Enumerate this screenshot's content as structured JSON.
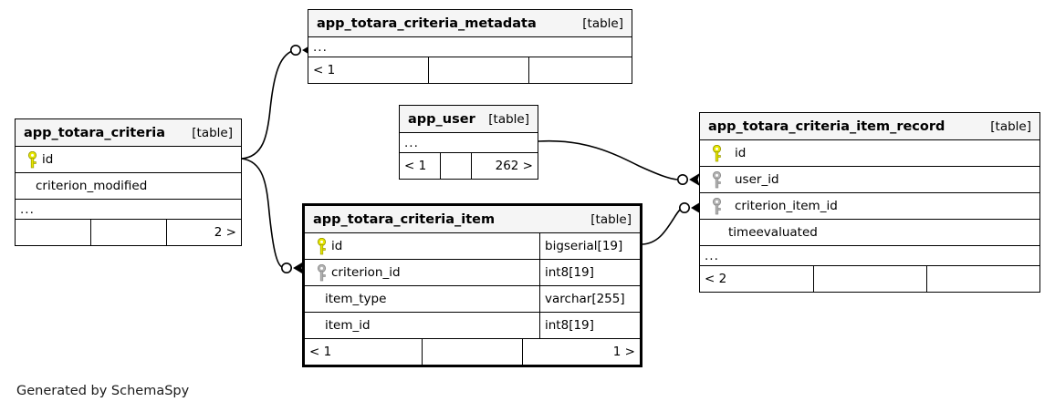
{
  "diagram": {
    "type": "schemaspy-er-diagram",
    "caption": "Generated by SchemaSpy",
    "table_tag": "[table]",
    "ellipsis": "...",
    "colors": {
      "primary_key": "#e8e800",
      "foreign_key": "#b3b3b3",
      "header_bg": "#f5f5f5",
      "border": "#000000",
      "background": "#ffffff"
    }
  },
  "tables": [
    {
      "id": "app_totara_criteria_metadata",
      "name": "app_totara_criteria_metadata",
      "tag": "[table]",
      "focus": false,
      "rows": [
        {
          "kind": "ellipsis",
          "label": "..."
        }
      ],
      "footer": {
        "left": "< 1",
        "middle": "",
        "right": ""
      }
    },
    {
      "id": "app_totara_criteria",
      "name": "app_totara_criteria",
      "tag": "[table]",
      "focus": false,
      "rows": [
        {
          "kind": "column",
          "key": "primary",
          "label": "id",
          "type": ""
        },
        {
          "kind": "column",
          "key": "none",
          "label": "criterion_modified",
          "type": ""
        },
        {
          "kind": "ellipsis",
          "label": "..."
        }
      ],
      "footer": {
        "left": "",
        "middle": "",
        "right": "2 >"
      }
    },
    {
      "id": "app_user",
      "name": "app_user",
      "tag": "[table]",
      "focus": false,
      "rows": [
        {
          "kind": "ellipsis",
          "label": "..."
        }
      ],
      "footer": {
        "left": "< 1",
        "middle": "",
        "right": "262 >"
      }
    },
    {
      "id": "app_totara_criteria_item",
      "name": "app_totara_criteria_item",
      "tag": "[table]",
      "focus": true,
      "rows": [
        {
          "kind": "column",
          "key": "primary",
          "label": "id",
          "type": "bigserial[19]"
        },
        {
          "kind": "column",
          "key": "foreign",
          "label": "criterion_id",
          "type": "int8[19]"
        },
        {
          "kind": "column",
          "key": "none",
          "label": "item_type",
          "type": "varchar[255]"
        },
        {
          "kind": "column",
          "key": "none",
          "label": "item_id",
          "type": "int8[19]"
        }
      ],
      "footer": {
        "left": "< 1",
        "middle": "",
        "right": "1 >"
      }
    },
    {
      "id": "app_totara_criteria_item_record",
      "name": "app_totara_criteria_item_record",
      "tag": "[table]",
      "focus": false,
      "rows": [
        {
          "kind": "column",
          "key": "primary",
          "label": "id",
          "type": ""
        },
        {
          "kind": "column",
          "key": "foreign",
          "label": "user_id",
          "type": ""
        },
        {
          "kind": "column",
          "key": "foreign",
          "label": "criterion_item_id",
          "type": ""
        },
        {
          "kind": "column",
          "key": "none",
          "label": "timeevaluated",
          "type": ""
        },
        {
          "kind": "ellipsis",
          "label": "..."
        }
      ],
      "footer": {
        "left": "< 2",
        "middle": "",
        "right": ""
      }
    }
  ],
  "relationships": [
    {
      "from": "app_totara_criteria",
      "to": "app_totara_criteria_metadata"
    },
    {
      "from": "app_totara_criteria",
      "to": "app_totara_criteria_item"
    },
    {
      "from": "app_user",
      "to": "app_totara_criteria_item_record"
    },
    {
      "from": "app_totara_criteria_item",
      "to": "app_totara_criteria_item_record"
    }
  ]
}
